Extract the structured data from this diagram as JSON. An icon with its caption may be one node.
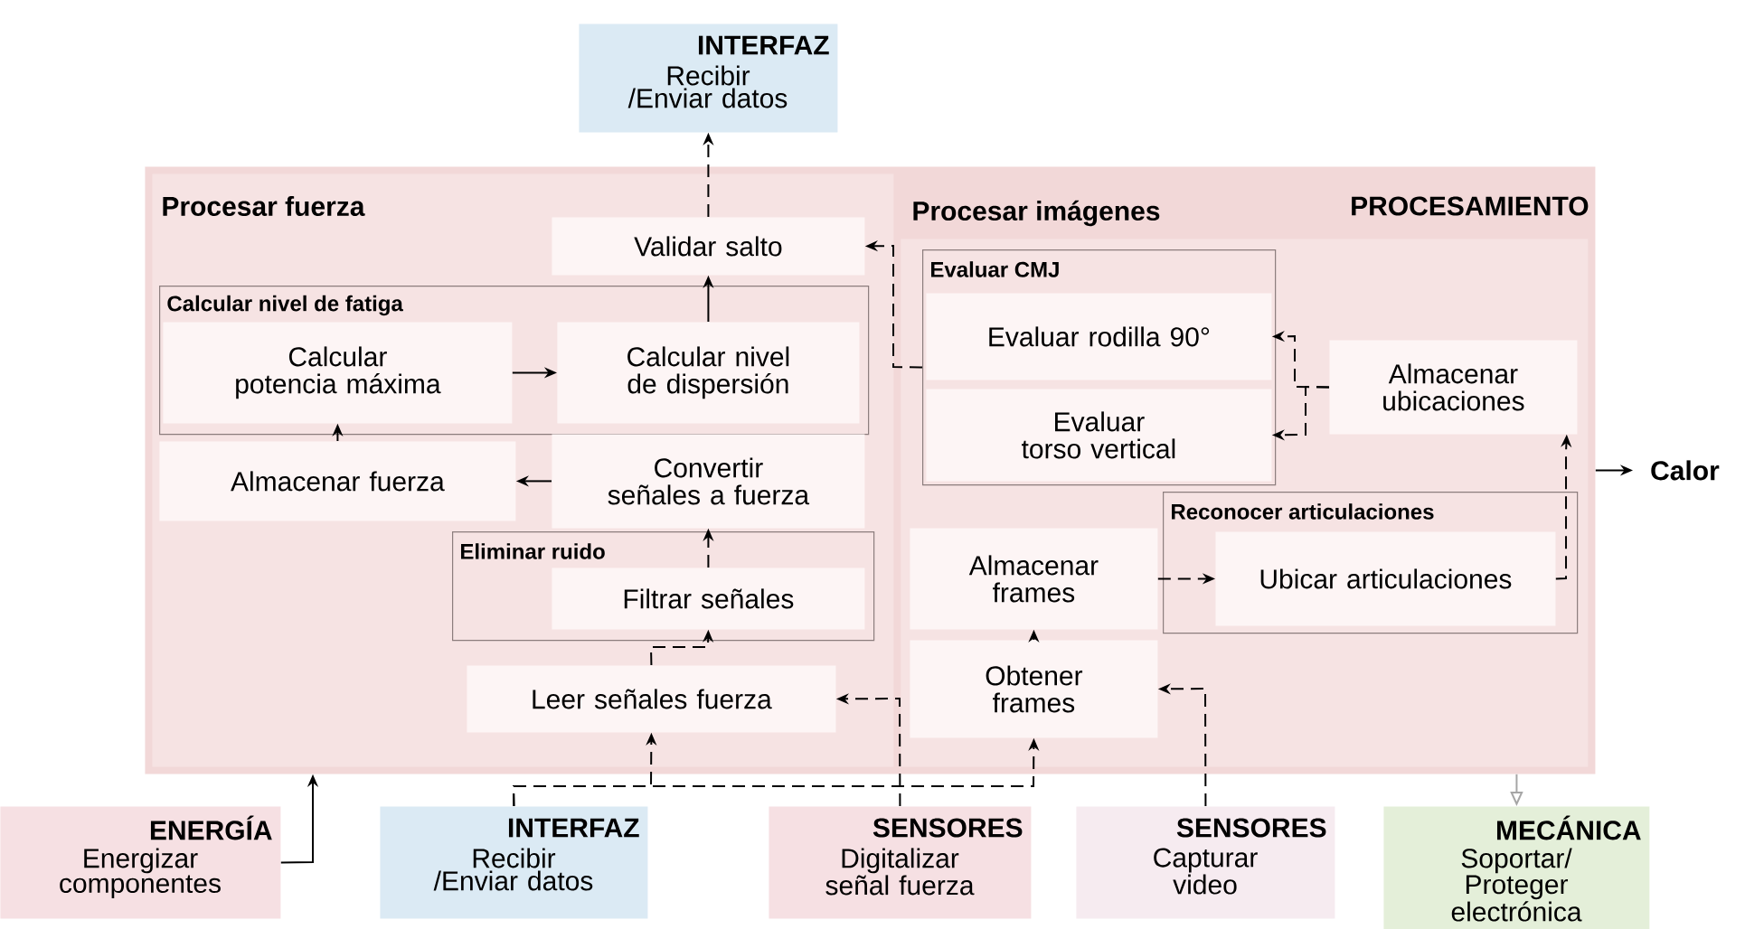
{
  "diagram": {
    "nodes": [
      {
        "text": [
          "INTERFAZ",
          "Recibir /Enviar datos"
        ]
      },
      {
        "text": [
          "PROCESAMIENTO"
        ]
      },
      {
        "text": [
          "Procesar fuerza"
        ],
        "in": 1
      },
      {
        "text": [
          "Validar salto"
        ],
        "in": 2
      },
      {
        "text": [
          "Calcular nivel de fatiga"
        ],
        "in": 2
      },
      {
        "text": [
          "Calcular potencia máxima"
        ],
        "in": 4
      },
      {
        "text": [
          "Calcular nivel de dispersión"
        ],
        "in": 4
      },
      {
        "text": [
          "Almacenar fuerza"
        ],
        "in": 2
      },
      {
        "text": [
          "Convertir señales a fuerza"
        ],
        "in": 2
      },
      {
        "text": [
          "Eliminar ruido"
        ],
        "in": 2
      },
      {
        "text": [
          "Filtrar señales"
        ],
        "in": 9
      },
      {
        "text": [
          "Leer señales fuerza"
        ],
        "in": 2
      },
      {
        "text": [
          "Procesar imágenes"
        ],
        "in": 1
      },
      {
        "text": [
          "Evaluar CMJ"
        ],
        "in": 12
      },
      {
        "text": [
          "Evaluar rodilla 90°"
        ],
        "in": 13
      },
      {
        "text": [
          "Evaluar torso vertical"
        ],
        "in": 13
      },
      {
        "text": [
          "Almacenar ubicaciones"
        ],
        "in": 12
      },
      {
        "text": [
          "Reconocer articulaciones"
        ],
        "in": 12
      },
      {
        "text": [
          "Almacenar frames"
        ],
        "in": 12
      },
      {
        "text": [
          "Ubicar articulaciones"
        ],
        "in": 17
      },
      {
        "text": [
          "Obtener frames"
        ],
        "in": 12
      },
      {
        "text": [
          "Calor"
        ]
      },
      {
        "text": [
          "ENERGÍA",
          "Energizar componentes"
        ]
      },
      {
        "text": [
          "INTERFAZ",
          "Recibir /Enviar datos"
        ]
      },
      {
        "text": [
          "SENSORES",
          "Digitalizar señal fuerza"
        ]
      },
      {
        "text": [
          "SENSORES",
          "Capturar video"
        ]
      },
      {
        "text": [
          "MECÁNICA",
          "Soportar/ Proteger electrónica"
        ]
      }
    ],
    "edges": [
      {
        "from": 3,
        "to": 0,
        "arrow": "to",
        "style": "dashed"
      },
      {
        "from": 6,
        "to": 3,
        "arrow": "to"
      },
      {
        "from": 5,
        "to": 6,
        "arrow": "to"
      },
      {
        "from": 7,
        "to": 5,
        "arrow": "to"
      },
      {
        "from": 8,
        "to": 7,
        "arrow": "to"
      },
      {
        "from": 10,
        "to": 8,
        "arrow": "to",
        "style": "dashed"
      },
      {
        "from": 11,
        "to": 10,
        "arrow": "to",
        "style": "dashed"
      },
      {
        "from": 23,
        "to": 11,
        "arrow": "to",
        "style": "dashed"
      },
      {
        "from": 24,
        "to": 11,
        "arrow": "to",
        "style": "dashed"
      },
      {
        "from": 23,
        "to": 20,
        "arrow": "to",
        "style": "dashed"
      },
      {
        "from": 25,
        "to": 20,
        "arrow": "to",
        "style": "dashed"
      },
      {
        "from": 20,
        "to": 18,
        "arrow": "to"
      },
      {
        "from": 18,
        "to": 19,
        "arrow": "to",
        "style": "dashed"
      },
      {
        "from": 19,
        "to": 16,
        "arrow": "to",
        "style": "dashed"
      },
      {
        "from": 16,
        "to": 14,
        "arrow": "to",
        "style": "dashed"
      },
      {
        "from": 16,
        "to": 15,
        "arrow": "to",
        "style": "dashed"
      },
      {
        "from": 13,
        "to": 3,
        "arrow": "to",
        "style": "dashed"
      },
      {
        "from": 22,
        "to": 1,
        "arrow": "to"
      },
      {
        "from": 1,
        "to": 21,
        "arrow": "to"
      },
      {
        "from": 1,
        "to": 26,
        "arrow": "to",
        "color": "#a6a6a6"
      }
    ]
  }
}
